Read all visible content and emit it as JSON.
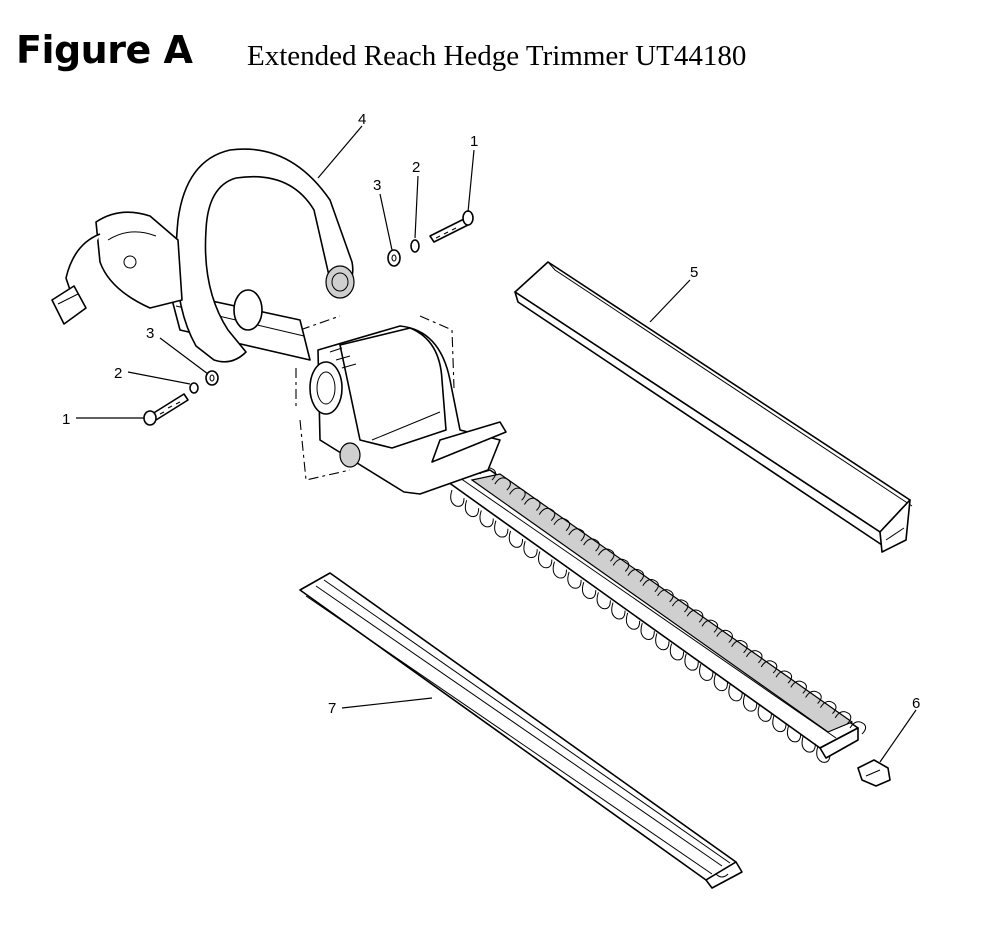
{
  "figure_label": "Figure A",
  "title": "Extended Reach Hedge Trimmer UT44180",
  "callouts": {
    "c1_top": "1",
    "c2_top": "2",
    "c3_top": "3",
    "c4": "4",
    "c5": "5",
    "c3_left": "3",
    "c2_left": "2",
    "c1_left": "1",
    "c6": "6",
    "c7": "7"
  },
  "colors": {
    "line": "#000000",
    "shade": "#cfcfcf",
    "background": "#ffffff"
  }
}
